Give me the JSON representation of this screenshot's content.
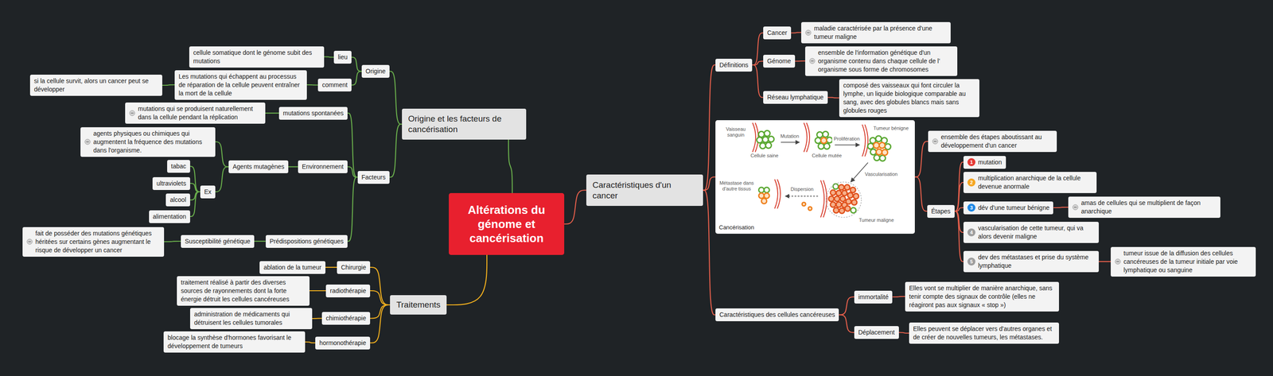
{
  "diagram": {
    "nodes": [
      {
        "text": [
          "Altérations du génome et cancérisation"
        ]
      },
      {
        "text": [
          "Origine et les facteurs de cancérisation"
        ]
      },
      {
        "text": [
          "Origine"
        ]
      },
      {
        "text": [
          "lieu"
        ]
      },
      {
        "text": [
          "cellule somatique dont le génome subit des mutations"
        ]
      },
      {
        "text": [
          "comment"
        ]
      },
      {
        "text": [
          "Les mutations qui échappent au processus de réparation de la cellule peuvent entraîner la mort de la cellule"
        ]
      },
      {
        "text": [
          "si la cellule survit, alors un cancer peut se développer"
        ]
      },
      {
        "text": [
          "Facteurs"
        ]
      },
      {
        "text": [
          "mutations spontanées"
        ]
      },
      {
        "text": [
          "mutations qui se produisent naturellement dans la cellule pendant la réplication"
        ]
      },
      {
        "text": [
          "Environnement"
        ]
      },
      {
        "text": [
          "Agents mutagènes"
        ]
      },
      {
        "text": [
          "agents physiques ou chimiques qui augmentent la fréquence des mutations dans l'organisme."
        ]
      },
      {
        "text": [
          "Ex"
        ]
      },
      {
        "text": [
          "tabac"
        ]
      },
      {
        "text": [
          "ultraviolets"
        ]
      },
      {
        "text": [
          "alcool"
        ]
      },
      {
        "text": [
          "alimentation"
        ]
      },
      {
        "text": [
          "Prédispositions génétiques"
        ]
      },
      {
        "text": [
          "Susceptibilité génétique"
        ]
      },
      {
        "text": [
          "fait de posséder des mutations génétiques héritées sur certains gènes augmentant le risque de développer un cancer"
        ]
      },
      {
        "text": [
          "Traitements"
        ]
      },
      {
        "text": [
          "Chirurgie"
        ]
      },
      {
        "text": [
          "ablation de la tumeur"
        ]
      },
      {
        "text": [
          "radiothérapie"
        ]
      },
      {
        "text": [
          "traitement réalisé à partir des diverses sources de rayonnements dont la forte énergie détruit les cellules cancéreuses"
        ]
      },
      {
        "text": [
          "chimiothérapie"
        ]
      },
      {
        "text": [
          "administration de médicaments qui détruisent les cellules tumorales"
        ]
      },
      {
        "text": [
          "hormonothérapie"
        ]
      },
      {
        "text": [
          "blocage la synthèse d'hormones favorisant le développement de tumeurs"
        ]
      },
      {
        "text": [
          "Caractéristiques d'un cancer"
        ]
      },
      {
        "text": [
          "Définitions"
        ]
      },
      {
        "text": [
          "Cancer"
        ]
      },
      {
        "text": [
          "maladie caractérisée par la présence d'une tumeur maligne"
        ]
      },
      {
        "text": [
          "Génome"
        ]
      },
      {
        "text": [
          "ensemble de l'information génétique d'un organisme contenu dans chaque cellule de l' organisme sous forme de chromosomes"
        ]
      },
      {
        "text": [
          "Réseau lymphatique"
        ]
      },
      {
        "text": [
          "composé des vaisseaux qui font circuler la lymphe, un liquide biologique comparable au sang, avec des globules blancs mais sans globules rouges"
        ]
      },
      {
        "text": [
          "Cancérisation"
        ]
      },
      {
        "text": [
          "ensemble des étapes aboutissant au développement d'un cancer"
        ]
      },
      {
        "text": [
          "Étapes"
        ]
      },
      {
        "text": [
          "1",
          "mutation"
        ]
      },
      {
        "text": [
          "2",
          "multiplication anarchique de la cellule devenue anormale"
        ]
      },
      {
        "text": [
          "3",
          "dév d'une tumeur bénigne"
        ]
      },
      {
        "text": [
          "amas de cellules qui se multiplient de façon anarchique"
        ]
      },
      {
        "text": [
          "4",
          "vascularisation de cette tumeur, qui va alors devenir maligne"
        ]
      },
      {
        "text": [
          "5",
          "dev des métastases et prise du système lymphatique"
        ]
      },
      {
        "text": [
          "tumeur issue de la diffusion des cellules cancéreuses de la tumeur initiale par voie lymphatique ou sanguine"
        ]
      },
      {
        "text": [
          "Caractéristiques des cellules cancéreuses"
        ]
      },
      {
        "text": [
          "immortalité"
        ]
      },
      {
        "text": [
          "Elles vont se multiplier de manière anarchique, sans tenir compte des signaux de contrôle (elles ne réagiront pas aux signaux « stop »)"
        ]
      },
      {
        "text": [
          "Déplacement"
        ]
      },
      {
        "text": [
          "Elles peuvent se déplacer vers d'autres organes et de créer de nouvelles tumeurs, les métastases."
        ]
      }
    ],
    "edges": [
      {
        "from": 0,
        "to": 1,
        "arrow": "none"
      },
      {
        "from": 1,
        "to": 2,
        "arrow": "none"
      },
      {
        "from": 2,
        "to": 3,
        "arrow": "none"
      },
      {
        "from": 3,
        "to": 4,
        "arrow": "none"
      },
      {
        "from": 2,
        "to": 5,
        "arrow": "none"
      },
      {
        "from": 5,
        "to": 6,
        "arrow": "none"
      },
      {
        "from": 6,
        "to": 7,
        "arrow": "none"
      },
      {
        "from": 1,
        "to": 8,
        "arrow": "none"
      },
      {
        "from": 8,
        "to": 9,
        "arrow": "none"
      },
      {
        "from": 9,
        "to": 10,
        "arrow": "none"
      },
      {
        "from": 8,
        "to": 11,
        "arrow": "none"
      },
      {
        "from": 11,
        "to": 12,
        "arrow": "none"
      },
      {
        "from": 12,
        "to": 13,
        "arrow": "none"
      },
      {
        "from": 12,
        "to": 14,
        "arrow": "none"
      },
      {
        "from": 14,
        "to": 15,
        "arrow": "none"
      },
      {
        "from": 14,
        "to": 16,
        "arrow": "none"
      },
      {
        "from": 14,
        "to": 17,
        "arrow": "none"
      },
      {
        "from": 14,
        "to": 18,
        "arrow": "none"
      },
      {
        "from": 8,
        "to": 19,
        "arrow": "none"
      },
      {
        "from": 19,
        "to": 20,
        "arrow": "none"
      },
      {
        "from": 20,
        "to": 21,
        "arrow": "none"
      },
      {
        "from": 0,
        "to": 22,
        "arrow": "none"
      },
      {
        "from": 22,
        "to": 23,
        "arrow": "none"
      },
      {
        "from": 23,
        "to": 24,
        "arrow": "none"
      },
      {
        "from": 22,
        "to": 25,
        "arrow": "none"
      },
      {
        "from": 25,
        "to": 26,
        "arrow": "none"
      },
      {
        "from": 22,
        "to": 27,
        "arrow": "none"
      },
      {
        "from": 27,
        "to": 28,
        "arrow": "none"
      },
      {
        "from": 22,
        "to": 29,
        "arrow": "none"
      },
      {
        "from": 29,
        "to": 30,
        "arrow": "none"
      },
      {
        "from": 0,
        "to": 31,
        "arrow": "none"
      },
      {
        "from": 31,
        "to": 32,
        "arrow": "none"
      },
      {
        "from": 32,
        "to": 33,
        "arrow": "none"
      },
      {
        "from": 33,
        "to": 34,
        "arrow": "none"
      },
      {
        "from": 32,
        "to": 35,
        "arrow": "none"
      },
      {
        "from": 35,
        "to": 36,
        "arrow": "none"
      },
      {
        "from": 32,
        "to": 37,
        "arrow": "none"
      },
      {
        "from": 37,
        "to": 38,
        "arrow": "none"
      },
      {
        "from": 31,
        "to": 39,
        "arrow": "none"
      },
      {
        "from": 39,
        "to": 40,
        "arrow": "none"
      },
      {
        "from": 39,
        "to": 41,
        "arrow": "none"
      },
      {
        "from": 41,
        "to": 42,
        "arrow": "none"
      },
      {
        "from": 41,
        "to": 43,
        "arrow": "none"
      },
      {
        "from": 41,
        "to": 44,
        "arrow": "none"
      },
      {
        "from": 44,
        "to": 45,
        "arrow": "none"
      },
      {
        "from": 41,
        "to": 46,
        "arrow": "none"
      },
      {
        "from": 41,
        "to": 47,
        "arrow": "none"
      },
      {
        "from": 47,
        "to": 48,
        "arrow": "none"
      },
      {
        "from": 31,
        "to": 49,
        "arrow": "none"
      },
      {
        "from": 49,
        "to": 50,
        "arrow": "none"
      },
      {
        "from": 50,
        "to": 51,
        "arrow": "none"
      },
      {
        "from": 49,
        "to": 52,
        "arrow": "none"
      },
      {
        "from": 52,
        "to": 53,
        "arrow": "none"
      }
    ],
    "labels": [
      "Vaisseau sanguin",
      "Cellule saine",
      "Mutation",
      "Cellule mutée",
      "Prolifération",
      "Tumeur bénigne",
      "Métastase dans d'autre tissus",
      "Dispersion",
      "Vascularisation",
      "Tumeur maligne"
    ]
  }
}
